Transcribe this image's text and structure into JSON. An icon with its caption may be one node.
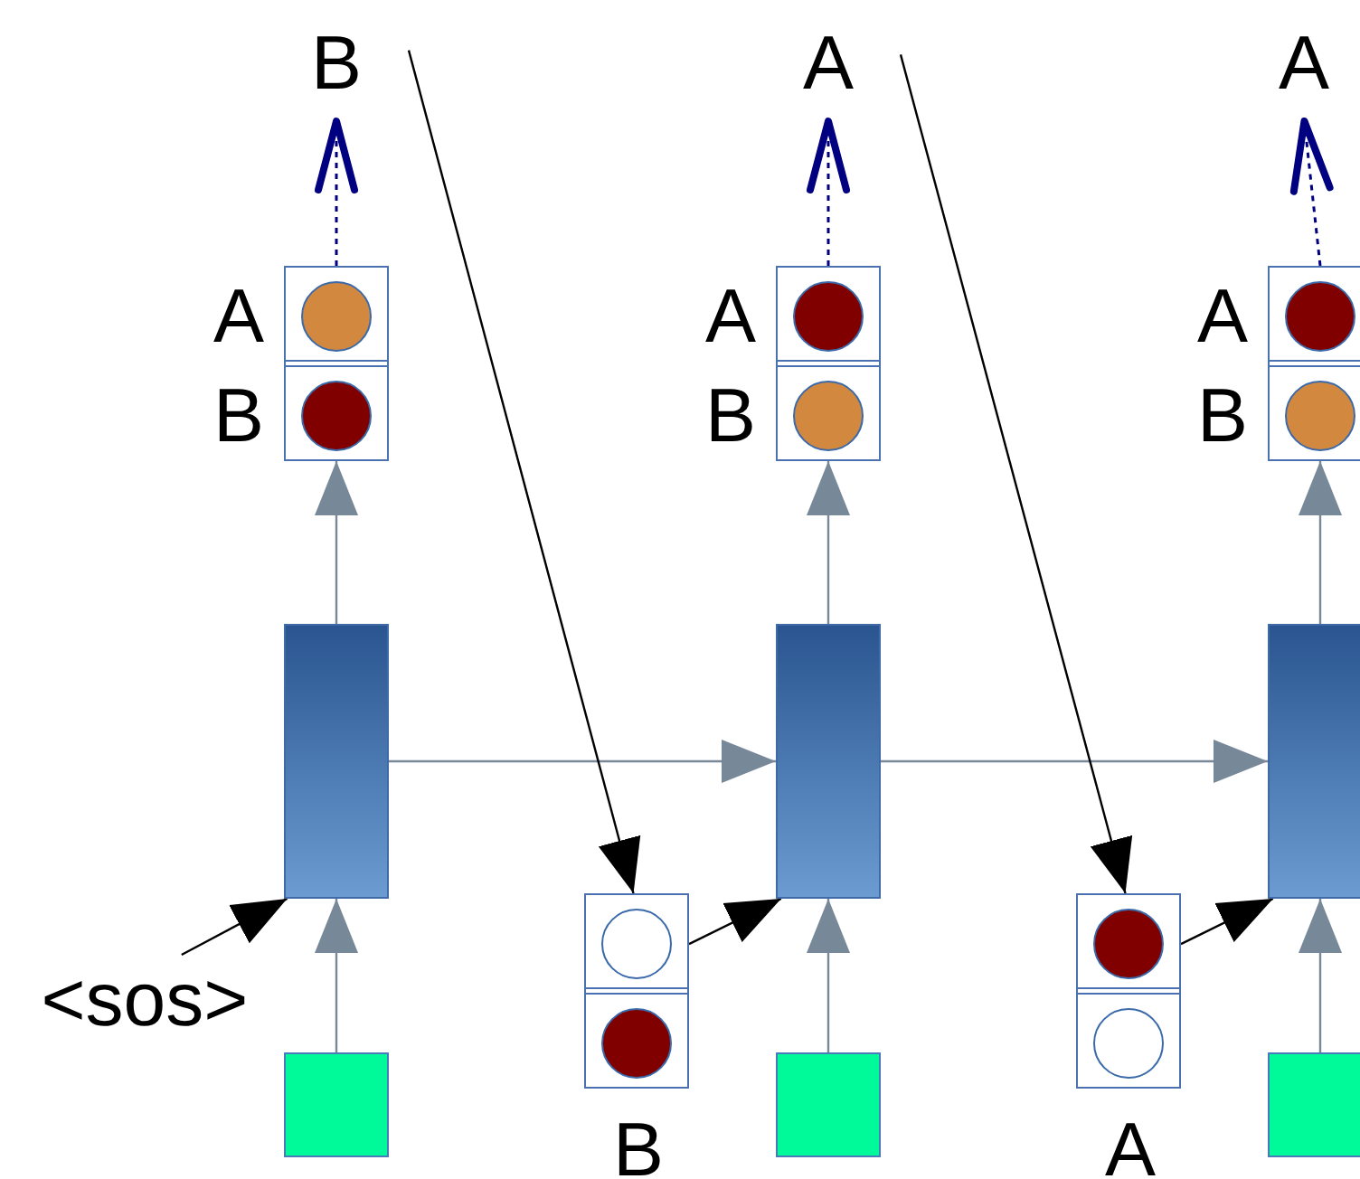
{
  "diagram": {
    "nodes": [
      {
        "text": [
          "B"
        ]
      },
      {
        "text": [],
        "shape": "box"
      },
      {
        "text": [
          "A"
        ],
        "in": 1
      },
      {
        "text": [
          "B"
        ],
        "in": 1
      },
      {
        "text": [],
        "shape": "box"
      },
      {
        "text": [],
        "shape": "box"
      },
      {
        "text": [
          "<sos>"
        ]
      },
      {
        "text": [
          "A"
        ]
      },
      {
        "text": [],
        "shape": "box"
      },
      {
        "text": [
          "A"
        ],
        "in": 8
      },
      {
        "text": [
          "B"
        ],
        "in": 8
      },
      {
        "text": [],
        "shape": "box",
        "beside": [
          "B"
        ]
      },
      {
        "text": [],
        "shape": "box",
        "in": 11
      },
      {
        "text": [],
        "shape": "box",
        "in": 11
      },
      {
        "text": [],
        "shape": "box"
      },
      {
        "text": [],
        "shape": "box"
      },
      {
        "text": [
          "A"
        ]
      },
      {
        "text": [],
        "shape": "box"
      },
      {
        "text": [
          "A"
        ],
        "in": 17
      },
      {
        "text": [
          "B"
        ],
        "in": 17
      },
      {
        "text": [],
        "shape": "box",
        "beside": [
          "A"
        ]
      },
      {
        "text": [],
        "shape": "box",
        "in": 20
      },
      {
        "text": [],
        "shape": "box",
        "in": 20
      },
      {
        "text": [],
        "shape": "box"
      },
      {
        "text": [],
        "shape": "box"
      }
    ],
    "edges": [
      {
        "from": 5,
        "to": 4,
        "arrow": "to"
      },
      {
        "from": 6,
        "to": 4,
        "arrow": "to",
        "color": "#000000"
      },
      {
        "from": 4,
        "to": 1,
        "arrow": "to"
      },
      {
        "from": 1,
        "to": 0,
        "arrow": "to",
        "style": "dashed",
        "color": "#000080"
      },
      {
        "from": 4,
        "to": 14,
        "arrow": "to"
      },
      {
        "from": 0,
        "to": 11,
        "arrow": "to",
        "color": "#000000"
      },
      {
        "from": 11,
        "to": 14,
        "arrow": "to",
        "color": "#000000"
      },
      {
        "from": 15,
        "to": 14,
        "arrow": "to"
      },
      {
        "from": 14,
        "to": 8,
        "arrow": "to"
      },
      {
        "from": 8,
        "to": 7,
        "arrow": "to",
        "style": "dashed",
        "color": "#000080"
      },
      {
        "from": 14,
        "to": 23,
        "arrow": "to"
      },
      {
        "from": 7,
        "to": 20,
        "arrow": "to",
        "color": "#000000"
      },
      {
        "from": 20,
        "to": 23,
        "arrow": "to",
        "color": "#000000"
      },
      {
        "from": 24,
        "to": 23,
        "arrow": "to"
      },
      {
        "from": 23,
        "to": 17,
        "arrow": "to"
      },
      {
        "from": 17,
        "to": 16,
        "arrow": "to",
        "style": "dashed",
        "color": "#000080"
      }
    ]
  }
}
